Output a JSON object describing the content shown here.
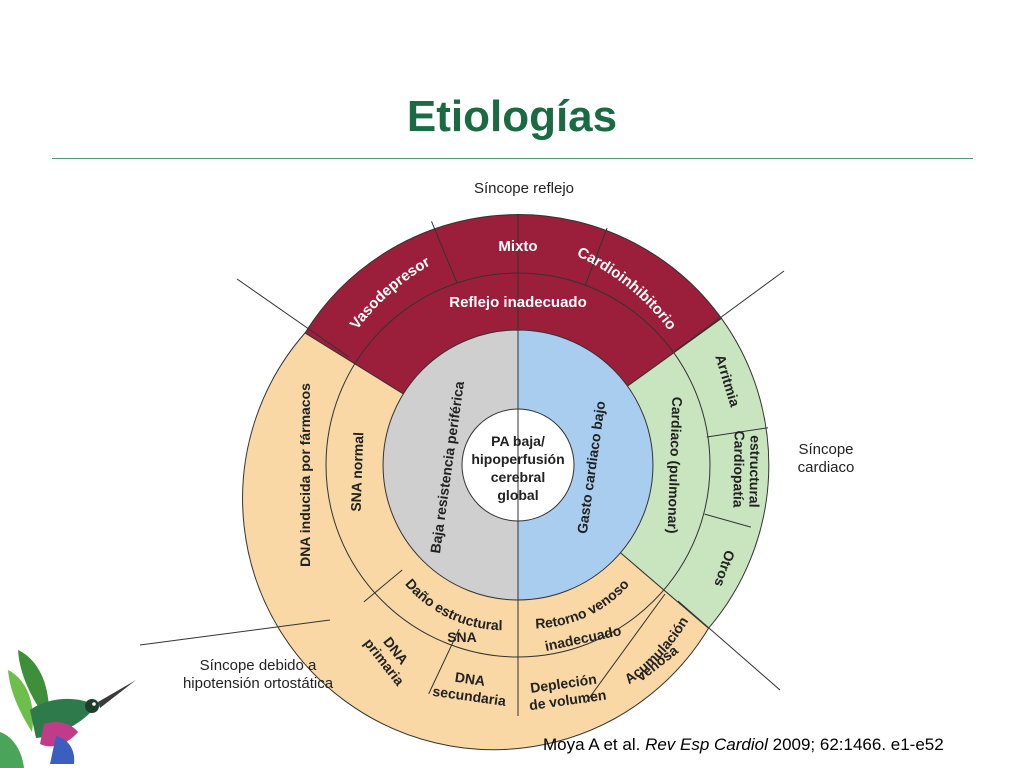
{
  "title": "Etiologías",
  "diagram": {
    "center": [
      "PA baja/",
      "hipoperfusión",
      "cerebral",
      "global"
    ],
    "inner_left": "Baja resistencia periférica",
    "inner_right": "Gasto cardiaco bajo",
    "reflex_top": "Mixto",
    "reflex_left": "Vasodepresor",
    "reflex_right": "Cardioinhibitorio",
    "reflex_inner": "Reflejo inadecuado",
    "cardiac_mid": "Cardiaco (pulmonar)",
    "cardiac_1": "Arritmia",
    "cardiac_2a": "Cardiopatía",
    "cardiac_2b": "estructural",
    "cardiac_3": "Otros",
    "ortho_outer": "DNA inducida por fármacos",
    "ortho_mid": "SNA normal",
    "ortho_dano_a": "Daño estructural",
    "ortho_dano_b": "SNA",
    "ortho_prim_a": "DNA",
    "ortho_prim_b": "primaria",
    "ortho_sec_a": "DNA",
    "ortho_sec_b": "secundaria",
    "retorno_a": "Retorno venoso",
    "retorno_b": "inadecuado",
    "deplecion_a": "Depleción",
    "deplecion_b": "de volumen",
    "acumulacion_a": "Acumulación",
    "acumulacion_b": "venosa"
  },
  "captions": {
    "reflejo": "Síncope reflejo",
    "cardiaco_a": "Síncope",
    "cardiaco_b": "cardiaco",
    "ortostatica_a": "Síncope debido a",
    "ortostatica_b": "hipotensión ortostática"
  },
  "citation": {
    "authors": "Moya A et al. ",
    "journal": "Rev Esp Cardiol",
    "details": " 2009; 62:1466. e1-e52"
  },
  "colors": {
    "title": "#1a6b43",
    "reflex": "#9b1f3a",
    "orthostatic": "#f9d8a6",
    "cardiac": "#c9e5c0",
    "inner_left": "#cfcfcf",
    "inner_right": "#a9cdee"
  }
}
